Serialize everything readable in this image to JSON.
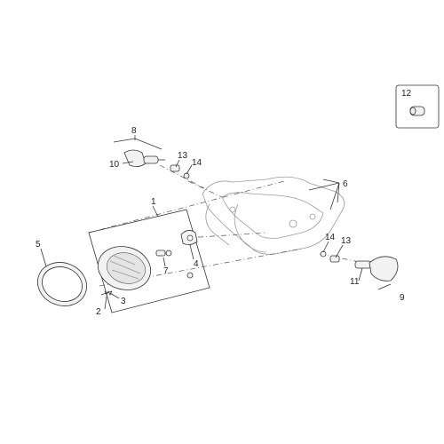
{
  "callouts": {
    "p1": "1",
    "p2": "2",
    "p3": "3",
    "p4": "4",
    "p5": "5",
    "p6": "6",
    "p7": "7",
    "p8": "8",
    "p9": "9",
    "p10": "10",
    "p11": "11",
    "p12": "12",
    "p13a": "13",
    "p13b": "13",
    "p14a": "14",
    "p14b": "14"
  },
  "colors": {
    "line": "#333333",
    "ghost": "#9a9a9a",
    "fill": "#f2f2f2"
  }
}
